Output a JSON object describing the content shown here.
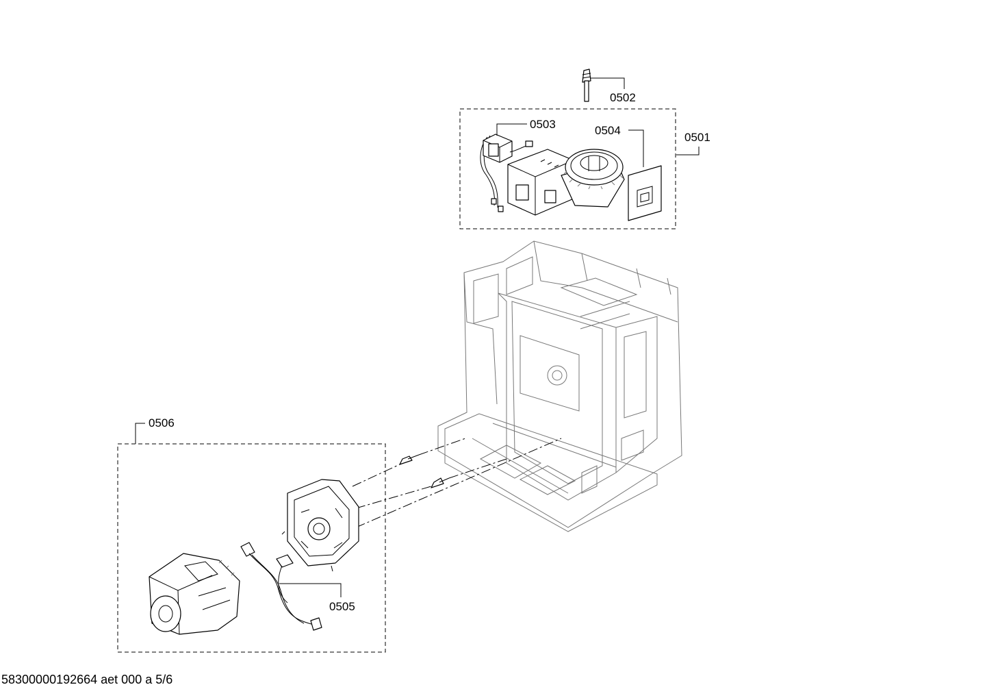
{
  "callouts": {
    "c0501": "0501",
    "c0502": "0502",
    "c0503": "0503",
    "c0504": "0504",
    "c0505": "0505",
    "c0506": "0506"
  },
  "footer": {
    "doc_id": "58300000192664 aet 000 a 5/6"
  }
}
